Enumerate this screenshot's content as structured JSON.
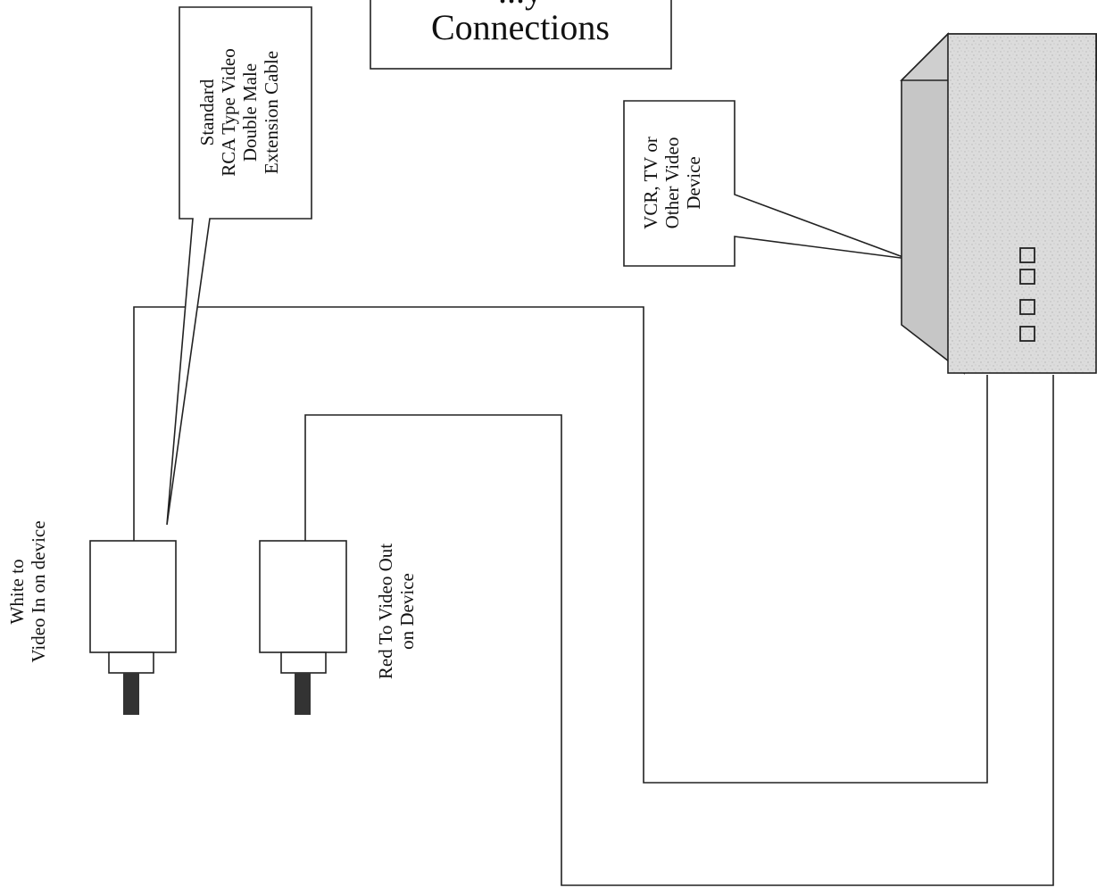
{
  "title": {
    "line1": "...y",
    "line2": "Connections"
  },
  "callouts": {
    "cable": [
      "Standard",
      "RCA  Type Video",
      "Double Male",
      "Extension Cable"
    ],
    "device": [
      "VCR, TV or",
      "Other Video",
      "Device"
    ]
  },
  "plug_labels": {
    "white": [
      "White to",
      "Video In on device"
    ],
    "red": [
      "Red To Video Out",
      "on Device"
    ]
  },
  "icons": {
    "device": "vcr-device-icon",
    "plug": "rca-plug-icon"
  },
  "colors": {
    "line": "#222222",
    "device_fill": "#d9d9d9",
    "plug_tip": "#333333"
  }
}
